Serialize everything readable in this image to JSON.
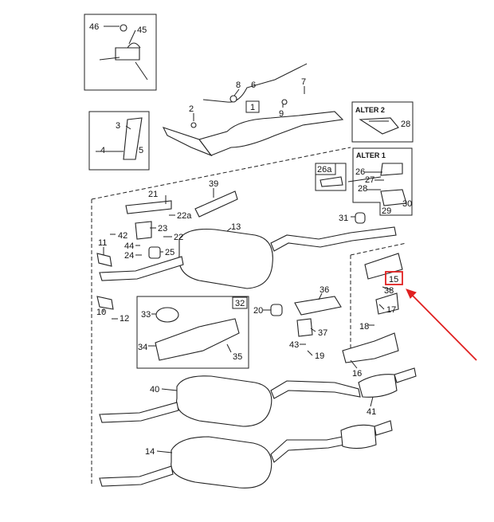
{
  "diagram": {
    "title": "Exhaust system parts diagram",
    "highlight_color": "#e02020",
    "highlighted_part": "15",
    "callouts": {
      "c46": "46",
      "c45": "45",
      "c8": "8",
      "c6": "6",
      "c7": "7",
      "c1": "1",
      "c9": "9",
      "c2": "2",
      "c3": "3",
      "c4": "4",
      "c5": "5",
      "alter2": "ALTER 2",
      "c28a": "28",
      "alter1": "ALTER 1",
      "c26": "26",
      "c27": "27",
      "c28b": "28",
      "c29": "29",
      "c30": "30",
      "c26a": "26a",
      "c21": "21",
      "c39": "39",
      "c22a": "22a",
      "c23": "23",
      "c22": "22",
      "c25": "25",
      "c24": "24",
      "c44": "44",
      "c42": "42",
      "c11": "11",
      "c13": "13",
      "c31": "31",
      "c15": "15",
      "c38": "38",
      "c17": "17",
      "c18": "18",
      "c36": "36",
      "c20": "20",
      "c37": "37",
      "c43": "43",
      "c19": "19",
      "c33": "33",
      "c32": "32",
      "c34": "34",
      "c35": "35",
      "c10": "10",
      "c12": "12",
      "c16": "16",
      "c40": "40",
      "c41": "41",
      "c14": "14"
    }
  }
}
